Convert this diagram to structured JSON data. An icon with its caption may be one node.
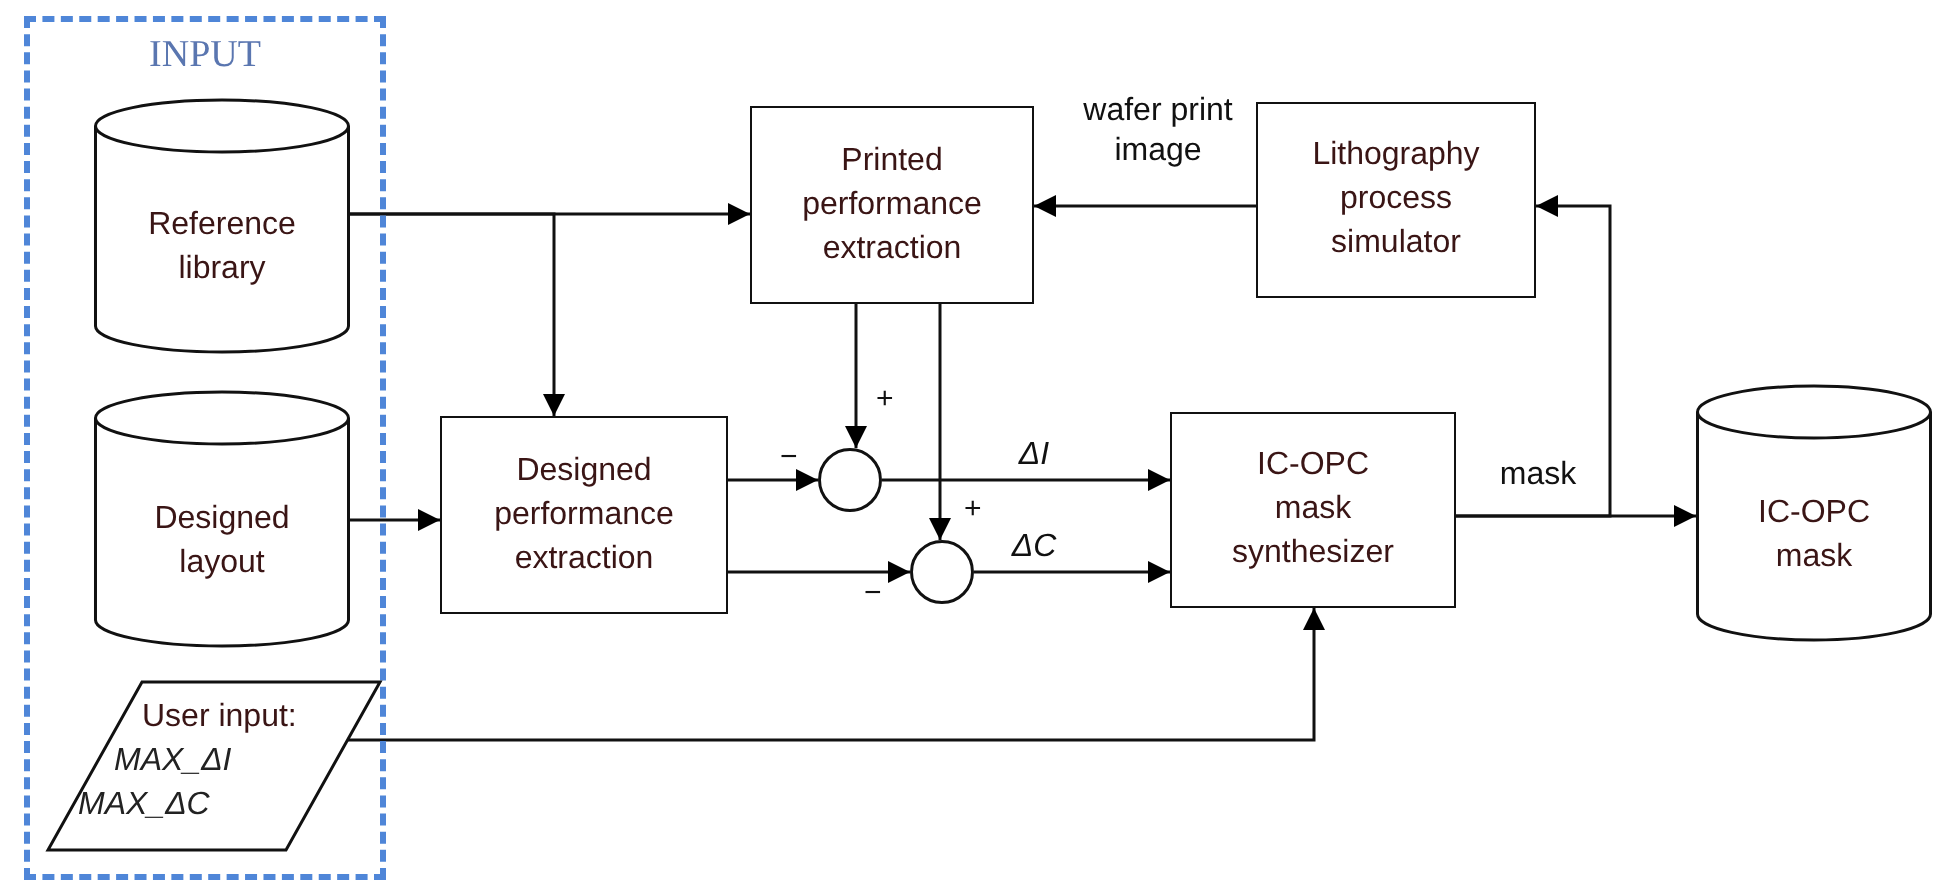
{
  "diagram": {
    "nodes": [
      {
        "text": [
          "INPUT"
        ]
      },
      {
        "text": [
          "Reference library"
        ],
        "in": 0
      },
      {
        "text": [
          "Designed layout"
        ],
        "in": 0
      },
      {
        "text": [
          "User input:",
          "MAX_ΔI",
          "MAX_ΔC"
        ],
        "in": 0
      },
      {
        "text": [
          "Printed performance extraction"
        ]
      },
      {
        "text": [
          "Lithography process simulator"
        ]
      },
      {
        "text": [
          "Designed performance extraction"
        ]
      },
      {
        "text": [],
        "shape": "circle",
        "beside": [
          "+",
          "−"
        ]
      },
      {
        "text": [],
        "shape": "circle",
        "beside": [
          "+",
          "−"
        ]
      },
      {
        "text": [
          "IC-OPC mask synthesizer"
        ]
      },
      {
        "text": [
          "IC-OPC mask"
        ]
      }
    ],
    "edges": [
      {
        "from": 1,
        "to": 4,
        "arrow": "to"
      },
      {
        "from": 1,
        "to": 6,
        "arrow": "to"
      },
      {
        "from": 2,
        "to": 6,
        "arrow": "to"
      },
      {
        "from": 5,
        "to": 4,
        "arrow": "to",
        "label": "wafer print image"
      },
      {
        "from": 4,
        "to": 7,
        "arrow": "to"
      },
      {
        "from": 4,
        "to": 8,
        "arrow": "to"
      },
      {
        "from": 6,
        "to": 7,
        "arrow": "to"
      },
      {
        "from": 6,
        "to": 8,
        "arrow": "to"
      },
      {
        "from": 7,
        "to": 9,
        "arrow": "to",
        "label": "ΔI"
      },
      {
        "from": 8,
        "to": 9,
        "arrow": "to",
        "label": "ΔC"
      },
      {
        "from": 3,
        "to": 9,
        "arrow": "to"
      },
      {
        "from": 9,
        "to": 10,
        "arrow": "to",
        "label": "mask"
      },
      {
        "from": 9,
        "to": 5,
        "arrow": "to"
      }
    ]
  }
}
